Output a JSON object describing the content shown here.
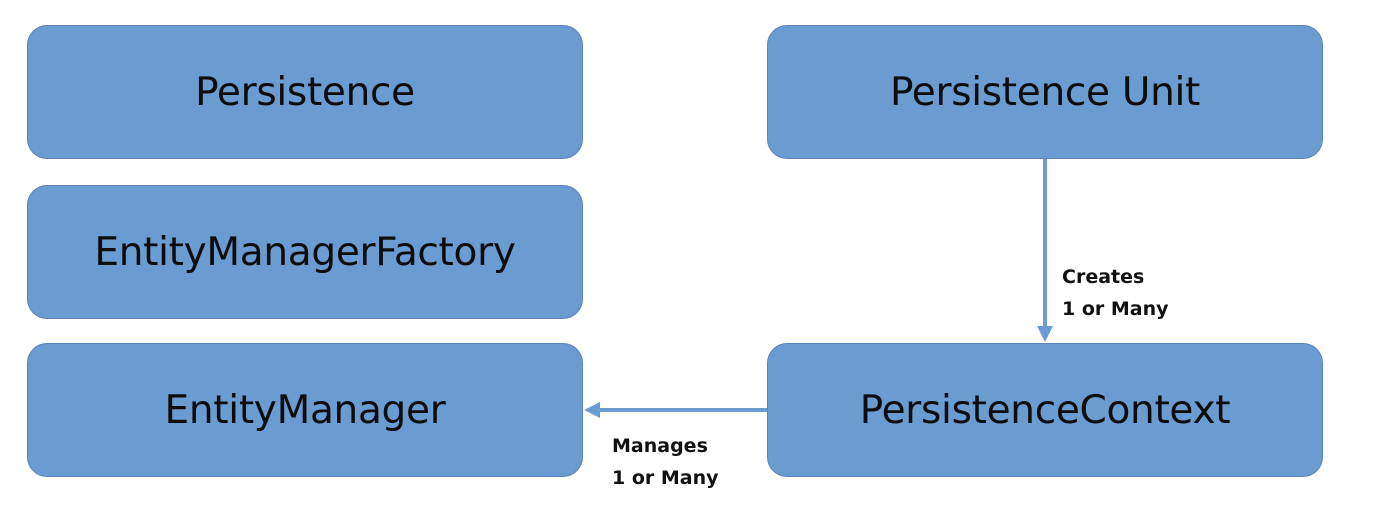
{
  "diagram": {
    "nodes": {
      "persistence": "Persistence",
      "entity_manager_factory": "EntityManagerFactory",
      "entity_manager": "EntityManager",
      "persistence_unit": "Persistence Unit",
      "persistence_context": "PersistenceContext"
    },
    "edges": {
      "creates": {
        "line1": "Creates",
        "line2": "1 or Many"
      },
      "manages": {
        "line1": "Manages",
        "line2": "1 or Many"
      }
    },
    "colors": {
      "node_fill": "#6a9bd1",
      "node_border": "#5a85b8",
      "arrow": "#6a9bd1"
    }
  }
}
